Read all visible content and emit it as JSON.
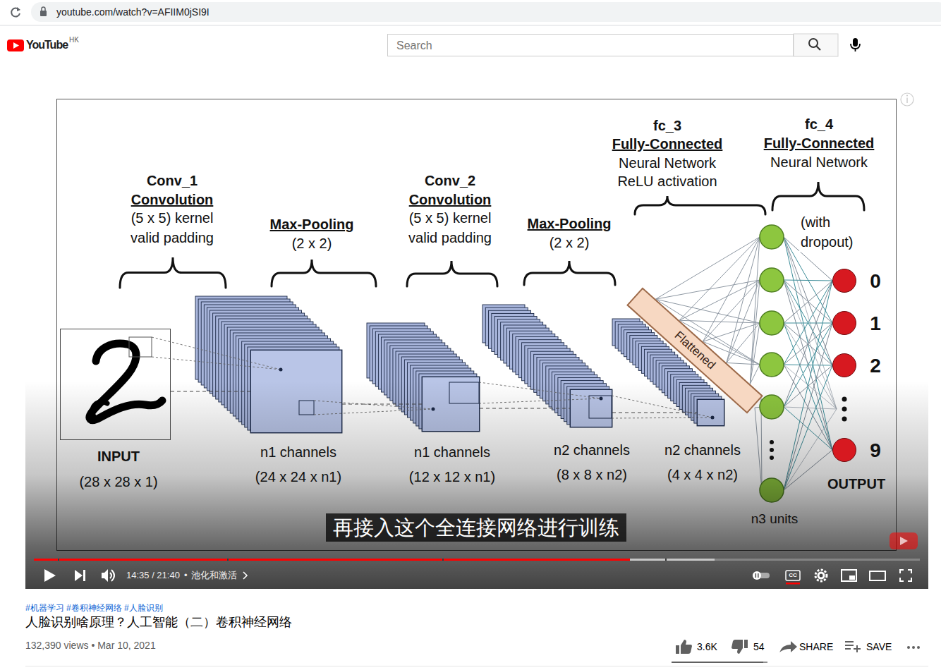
{
  "diagram": {
    "title": "人脸识别啥原理？人工智能（二）卷积神经网络",
    "nodes": [
      {
        "text": [
          "Search"
        ]
      },
      {
        "text": [
          "INPUT",
          "(28 x 28 x 1)"
        ]
      },
      {
        "text": [
          "n1 channels",
          "(24 x 24 x n1)"
        ]
      },
      {
        "text": [
          "n1 channels",
          "(12 x 12 x n1)"
        ]
      },
      {
        "text": [
          "n2 channels",
          "(8 x 8 x n2)"
        ]
      },
      {
        "text": [
          "n2 channels",
          "(4 x 4 x n2)"
        ]
      },
      {
        "text": [
          "Flattened"
        ]
      },
      {
        "text": [
          "0"
        ]
      },
      {
        "text": [
          "1"
        ]
      },
      {
        "text": [
          "2"
        ]
      },
      {
        "text": [
          "9"
        ]
      },
      {
        "text": [
          "再接入这个全连接网络进行训练"
        ]
      }
    ],
    "edges": [
      {
        "from": 1,
        "to": 2,
        "arrow": "none"
      },
      {
        "from": 2,
        "to": 3,
        "arrow": "none"
      },
      {
        "from": 3,
        "to": 4,
        "arrow": "none"
      },
      {
        "from": 4,
        "to": 5,
        "arrow": "none"
      }
    ],
    "labels": [
      "youtube.com/watch?v=AFIIM0jSI9I",
      "YouTube",
      "HK",
      "Conv_1",
      "Convolution",
      "(5 x 5) kernel",
      "valid padding",
      "Max-Pooling",
      "(2 x 2)",
      "Conv_2",
      "Convolution",
      "(5 x 5) kernel",
      "valid padding",
      "Max-Pooling",
      "(2 x 2)",
      "fc_3",
      "Fully-Connected",
      "Neural Network",
      "ReLU activation",
      "fc_4",
      "Fully-Connected",
      "Neural Network",
      "(with dropout)",
      "OUTPUT",
      "n3 units",
      "14:35 / 21:40",
      "•",
      "池化和激活",
      "CC",
      "#机器学习 #卷积神经网络 #人脸识别",
      "132,390 views • Mar 10, 2021",
      "3.6K",
      "54",
      "SHARE",
      "SAVE"
    ]
  }
}
